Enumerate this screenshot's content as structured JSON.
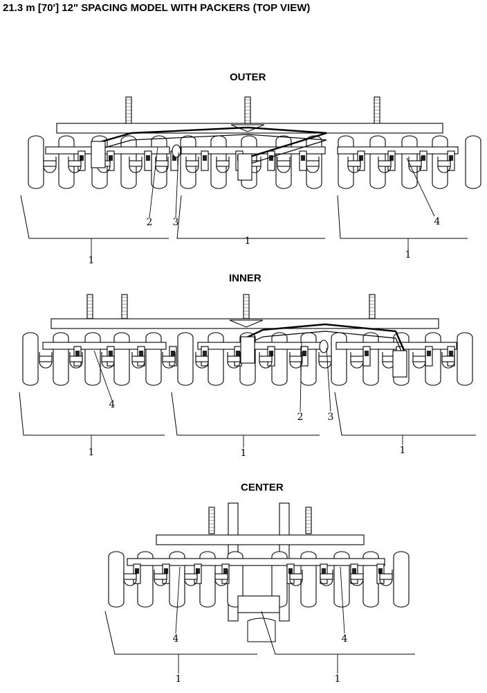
{
  "page": {
    "title": "21.3 m [70'] 12\" SPACING MODEL WITH PACKERS (TOP VIEW)"
  },
  "sections": [
    {
      "id": "outer",
      "title": "OUTER",
      "callouts": [
        "1",
        "1",
        "2",
        "3",
        "1",
        "4"
      ]
    },
    {
      "id": "inner",
      "title": "INNER",
      "callouts": [
        "4",
        "1",
        "2",
        "3",
        "1",
        "1"
      ]
    },
    {
      "id": "center",
      "title": "CENTER",
      "callouts": [
        "4",
        "4",
        "1",
        "1"
      ]
    }
  ]
}
